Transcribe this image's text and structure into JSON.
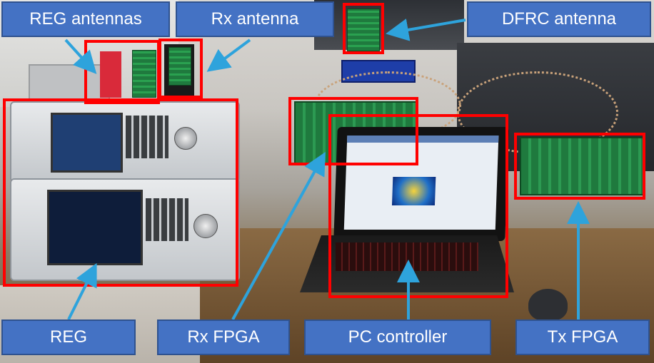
{
  "labels": {
    "reg_antennas": "REG antennas",
    "rx_antenna": "Rx antenna",
    "dfrc_antenna": "DFRC antenna",
    "reg": "REG",
    "rx_fpga": "Rx FPGA",
    "pc_controller": "PC controller",
    "tx_fpga": "Tx FPGA"
  },
  "colors": {
    "label_fill": "#4472c4",
    "highlight_box": "#ff0000",
    "arrow": "#2ea3dc"
  }
}
